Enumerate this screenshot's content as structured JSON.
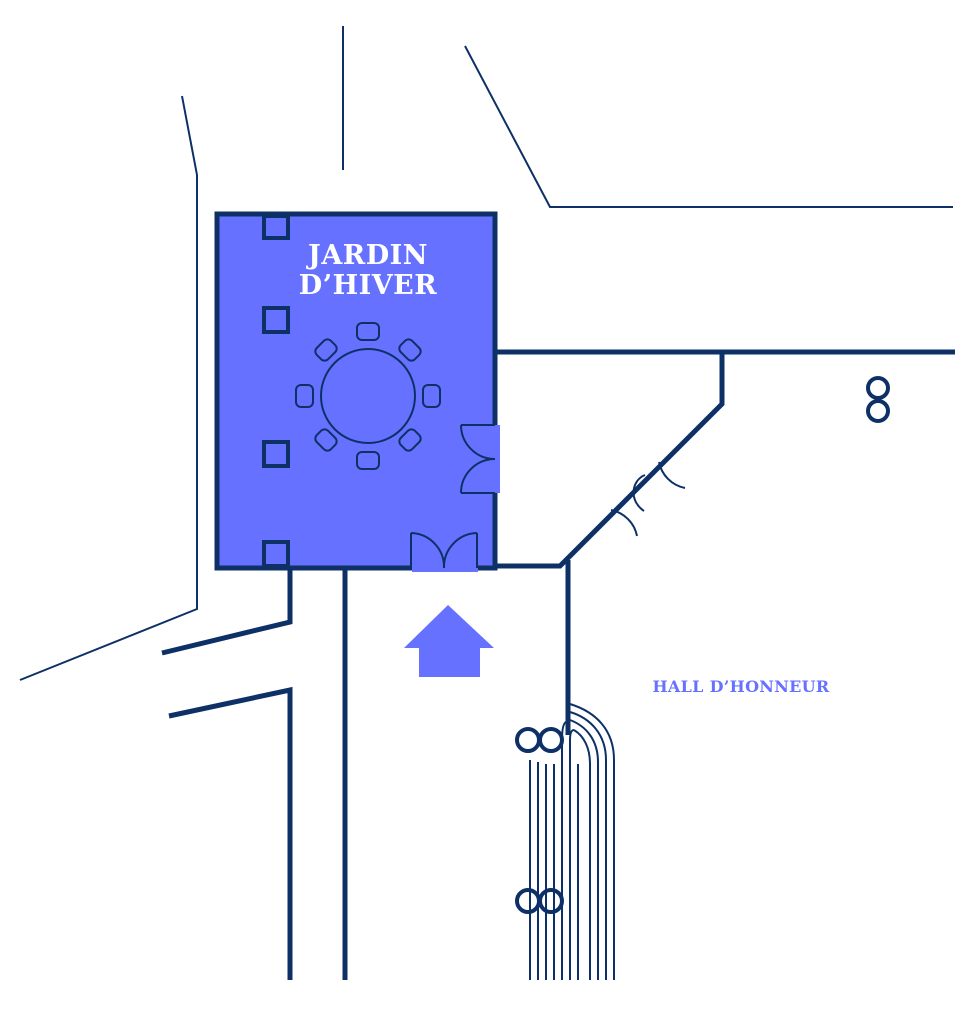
{
  "rooms": {
    "winter_garden": {
      "title_line1": "JARDIN",
      "title_line2": "D’HIVER"
    },
    "hall": {
      "label": "HALL D’HONNEUR"
    }
  },
  "colors": {
    "wall": "#0d3166",
    "room_fill": "#6671ff",
    "room_text": "#ffffff",
    "label": "#6671ff",
    "background": "#ffffff"
  },
  "icons": [
    "round-table-icon",
    "chair-icon",
    "column-icon",
    "door-icon",
    "restroom-icon",
    "entrance-arrow-icon"
  ]
}
